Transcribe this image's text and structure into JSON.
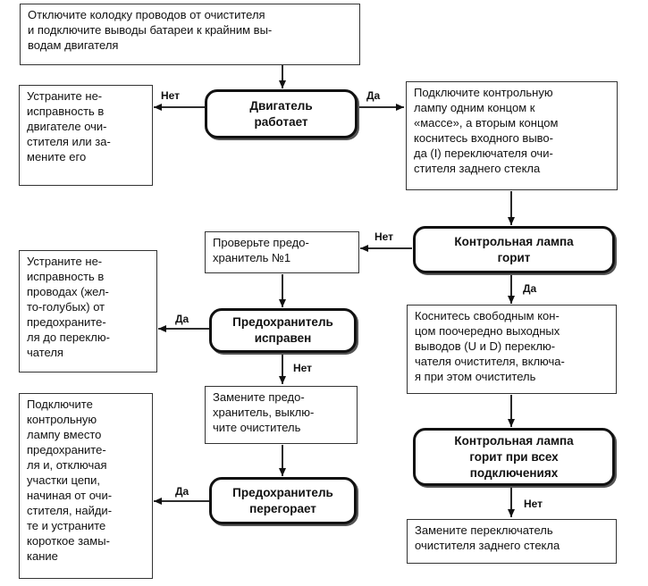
{
  "boxes": {
    "top": "Отключите колодку проводов от очистителя\nи подключите выводы батареи к крайним вы-\nводам двигателя",
    "repair_motor": "Устраните не-\nисправность в\nдвигателе очи-\nстителя или за-\nмените его",
    "connect_lamp": "Подключите контрольную\nлампу одним концом к\n«массе», а вторым концом\nкоснитесь входного выво-\nда (I) переключателя очи-\nстителя заднего стекла",
    "check_fuse": "Проверьте предо-\nхранитель №1",
    "repair_wires": "Устраните не-\nисправность в\nпроводах (жел-\nто-голубых) от\nпредохраните-\nля до переклю-\nчателя",
    "touch_outputs": "Коснитесь свободным кон-\nцом поочередно выходных\nвыводов (U и D) переклю-\nчателя очистителя, включа-\nя при этом очиститель",
    "replace_fuse": "Замените предо-\nхранитель, выклю-\nчите очиститель",
    "short_circuit": "Подключите\nконтрольную\nлампу вместо\nпредохраните-\nля и, отключая\nучастки цепи,\nначиная от очи-\nстителя, найди-\nте и устраните\nкороткое замы-\nкание",
    "replace_switch": "Замените переключатель\nочистителя заднего стекла"
  },
  "decisions": {
    "motor_works": "Двигатель\nработает",
    "lamp_lit": "Контрольная лампа\nгорит",
    "fuse_ok": "Предохранитель\nисправен",
    "lamp_all": "Контрольная лампа\nгорит при всех\nподключениях",
    "fuse_blown": "Предохранитель\nперегорает"
  },
  "labels": {
    "motor_no": "Нет",
    "motor_yes": "Да",
    "lamp_no": "Нет",
    "lamp_yes": "Да",
    "fuse_ok_yes": "Да",
    "fuse_ok_no": "Нет",
    "lamp_all_no": "Нет",
    "fuse_blown_yes": "Да"
  }
}
